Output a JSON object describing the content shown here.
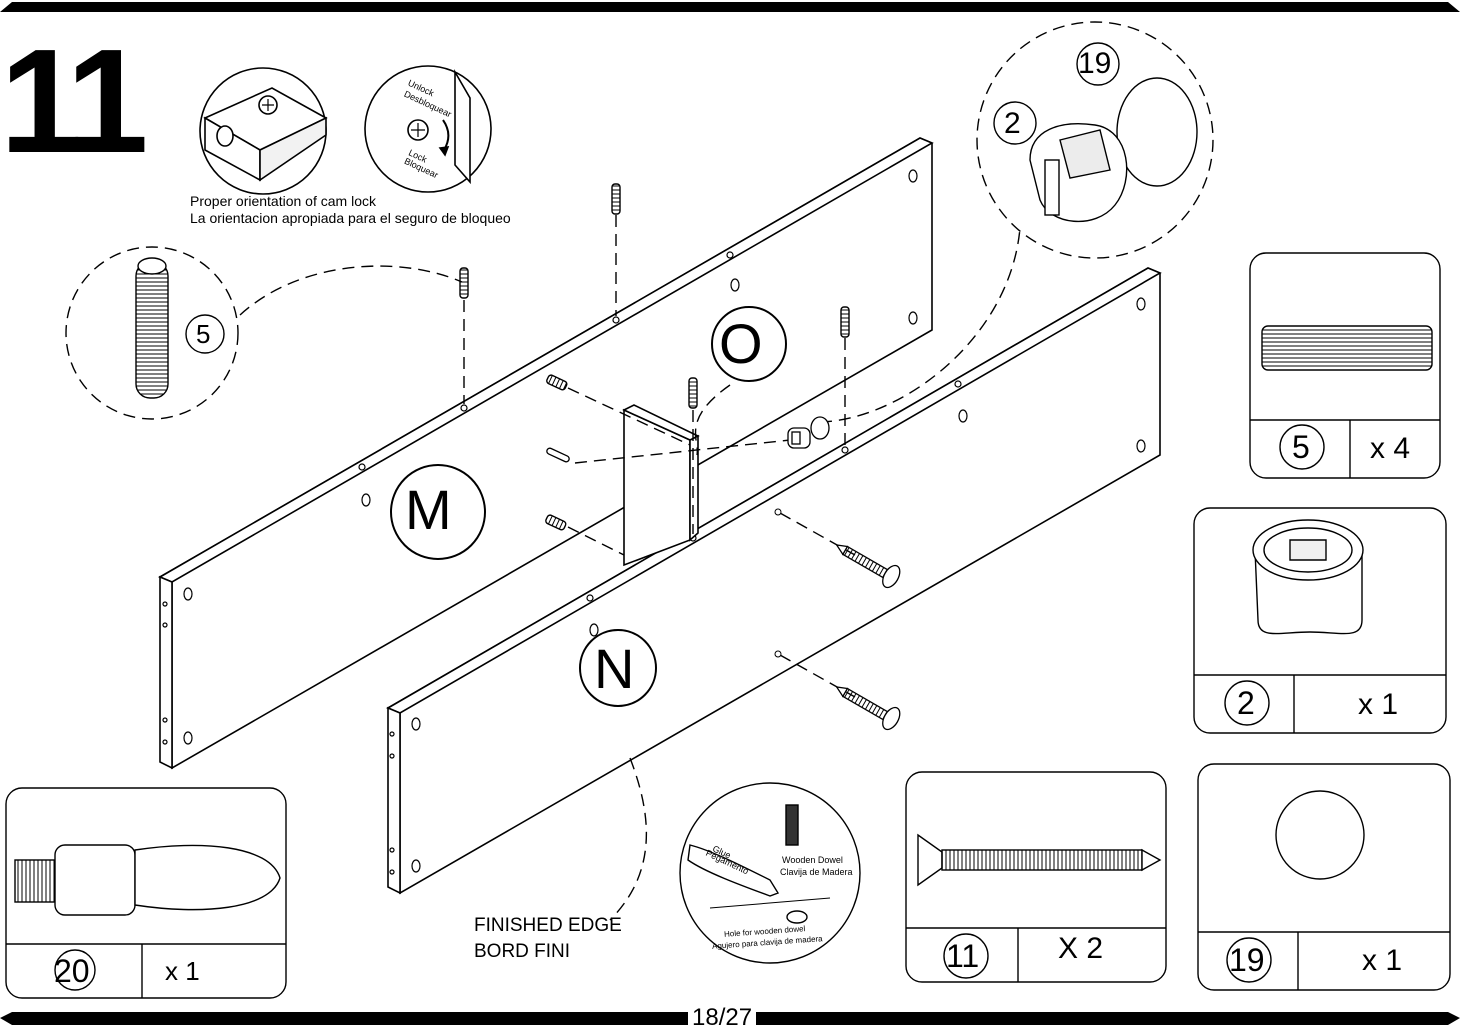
{
  "step_number": "11",
  "page_indicator": "18/27",
  "cam_lock": {
    "caption_en": "Proper orientation of cam lock",
    "caption_es": "La orientacion apropiada para el seguro de bloqueo",
    "unlock_en": "Unlock",
    "unlock_es": "Desbloquear",
    "lock_en": "Lock",
    "lock_es": "Bloquear"
  },
  "panels": {
    "m": "M",
    "n": "N",
    "o": "O"
  },
  "callouts": {
    "dowel": "5",
    "cam": "2",
    "cap": "19"
  },
  "finished_edge": {
    "en": "FINISHED EDGE",
    "fr": "BORD FINI"
  },
  "glue_detail": {
    "glue_en": "Glue",
    "glue_es": "Pegamento",
    "dowel_en": "Wooden Dowel",
    "dowel_es": "Clavija de Madera",
    "hole_en": "Hole for wooden dowel",
    "hole_es": "Agujero para clavija de madera"
  },
  "parts": [
    {
      "number": "5",
      "qty": "x 4"
    },
    {
      "number": "2",
      "qty": "x 1"
    },
    {
      "number": "20",
      "qty": "x 1"
    },
    {
      "number": "11",
      "qty": "X 2"
    },
    {
      "number": "19",
      "qty": "x 1"
    }
  ]
}
